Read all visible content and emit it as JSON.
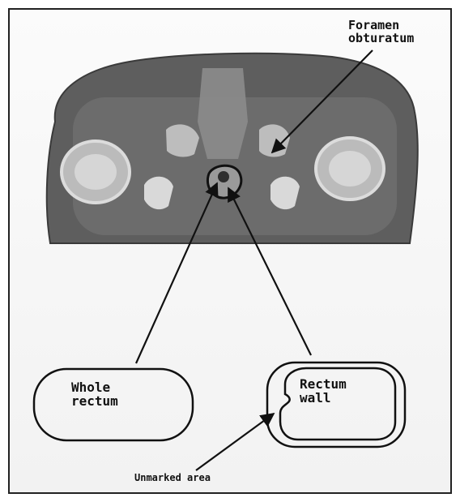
{
  "labels": {
    "foramen": "Foramen\nobturatum",
    "whole_rectum": "Whole\nrectum",
    "rectum_wall": "Rectum\nwall",
    "unmarked_area": "Unmarked area"
  },
  "colors": {
    "ink": "#111111",
    "ct_dark": "#4a4a4a",
    "ct_tissue": "#6f6f6f",
    "ct_bone": "#d9d9d9"
  }
}
